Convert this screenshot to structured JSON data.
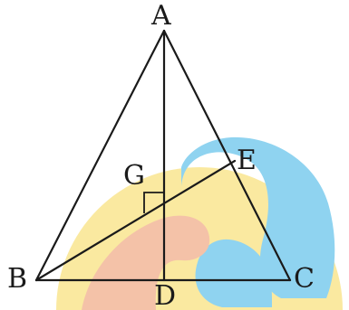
{
  "diagram": {
    "watermark": {
      "icon": "letter-a-logo-icon",
      "colors": {
        "disc": "#FAE9A0",
        "letter_body": "#8FD3F0",
        "letter_tail": "#F4C2A8"
      }
    },
    "stroke_color": "#1a1a1a",
    "points": [
      {
        "id": "A",
        "label": "A"
      },
      {
        "id": "B",
        "label": "B"
      },
      {
        "id": "C",
        "label": "C"
      },
      {
        "id": "D",
        "label": "D"
      },
      {
        "id": "E",
        "label": "E"
      },
      {
        "id": "G",
        "label": "G"
      }
    ],
    "segments": [
      {
        "id": "AB",
        "from": "A",
        "to": "B"
      },
      {
        "id": "AC",
        "from": "A",
        "to": "C"
      },
      {
        "id": "BC",
        "from": "B",
        "to": "C"
      },
      {
        "id": "AD",
        "from": "A",
        "to": "D"
      },
      {
        "id": "BE",
        "from": "B",
        "to": "E"
      }
    ],
    "right_angle": {
      "vertex": "G",
      "between": [
        "AD",
        "BE"
      ]
    }
  }
}
